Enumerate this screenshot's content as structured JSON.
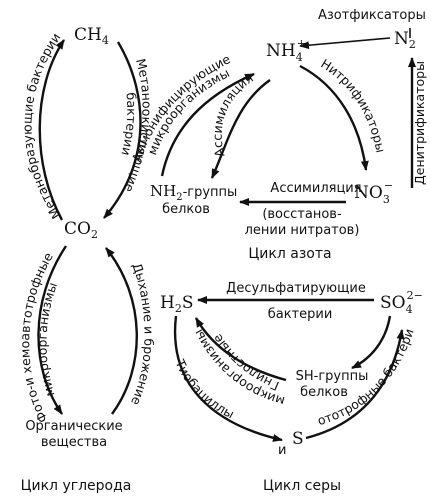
{
  "carbon": {
    "ch4": "CH",
    "ch4_sub": "4",
    "co2": "CO",
    "co2_sub": "2",
    "organic_line1": "Органические",
    "organic_line2": "вещества",
    "methanogenic": "Метанобразующие бактерии",
    "methane_oxidizing_line1": "Метаноокисляющие",
    "methane_oxidizing_line2": "бактерии",
    "photo_chemo_line1": "Фото-и хемоавтотрофные",
    "photo_chemo_line2": "микроорганизмы",
    "respiration": "Дыхание и брожение",
    "cycle_label": "Цикл углерода"
  },
  "nitrogen": {
    "nh4": "NH",
    "nh4_sub": "4",
    "nh4_sup": "+",
    "n2": "N",
    "n2_sub": "2",
    "no3": "NO",
    "no3_sub": "3",
    "no3_sup": "−",
    "nh2_groups": "NH",
    "nh2_sub": "2",
    "nh2_suffix": "-группы",
    "proteins": "белков",
    "nitrogen_fixers": "Азотфиксаторы",
    "denitrifiers": "Денитрификаторы",
    "nitrifiers": "Нитрификаторы",
    "ammonifying_line1": "Аммонифицирующие",
    "ammonifying_line2": "микроорганизмы",
    "assimilation": "Ассимиляция",
    "assimilation_bottom": "Ассимиляция",
    "reduction_line1": "(восстанов-",
    "reduction_line2": "лении нитратов)",
    "cycle_label": "Цикл азота"
  },
  "sulfur": {
    "h2s": "H",
    "h2s_sub": "2",
    "h2s_s": "S",
    "so4": "SO",
    "so4_sub": "4",
    "so4_sup": "2−",
    "sh_groups": "SH-группы",
    "proteins": "белков",
    "s": "S",
    "desulfurizing_line1": "Десульфатирующие",
    "desulfurizing_line2": "бактерии",
    "putrefactive_line1": "Гнилостные",
    "putrefactive_line2": "микроорганизмы",
    "thiobacilli": "Тиобациллы",
    "and": "и",
    "phototrophic": "фототрофные бактерии",
    "cycle_label": "Цикл серы"
  }
}
